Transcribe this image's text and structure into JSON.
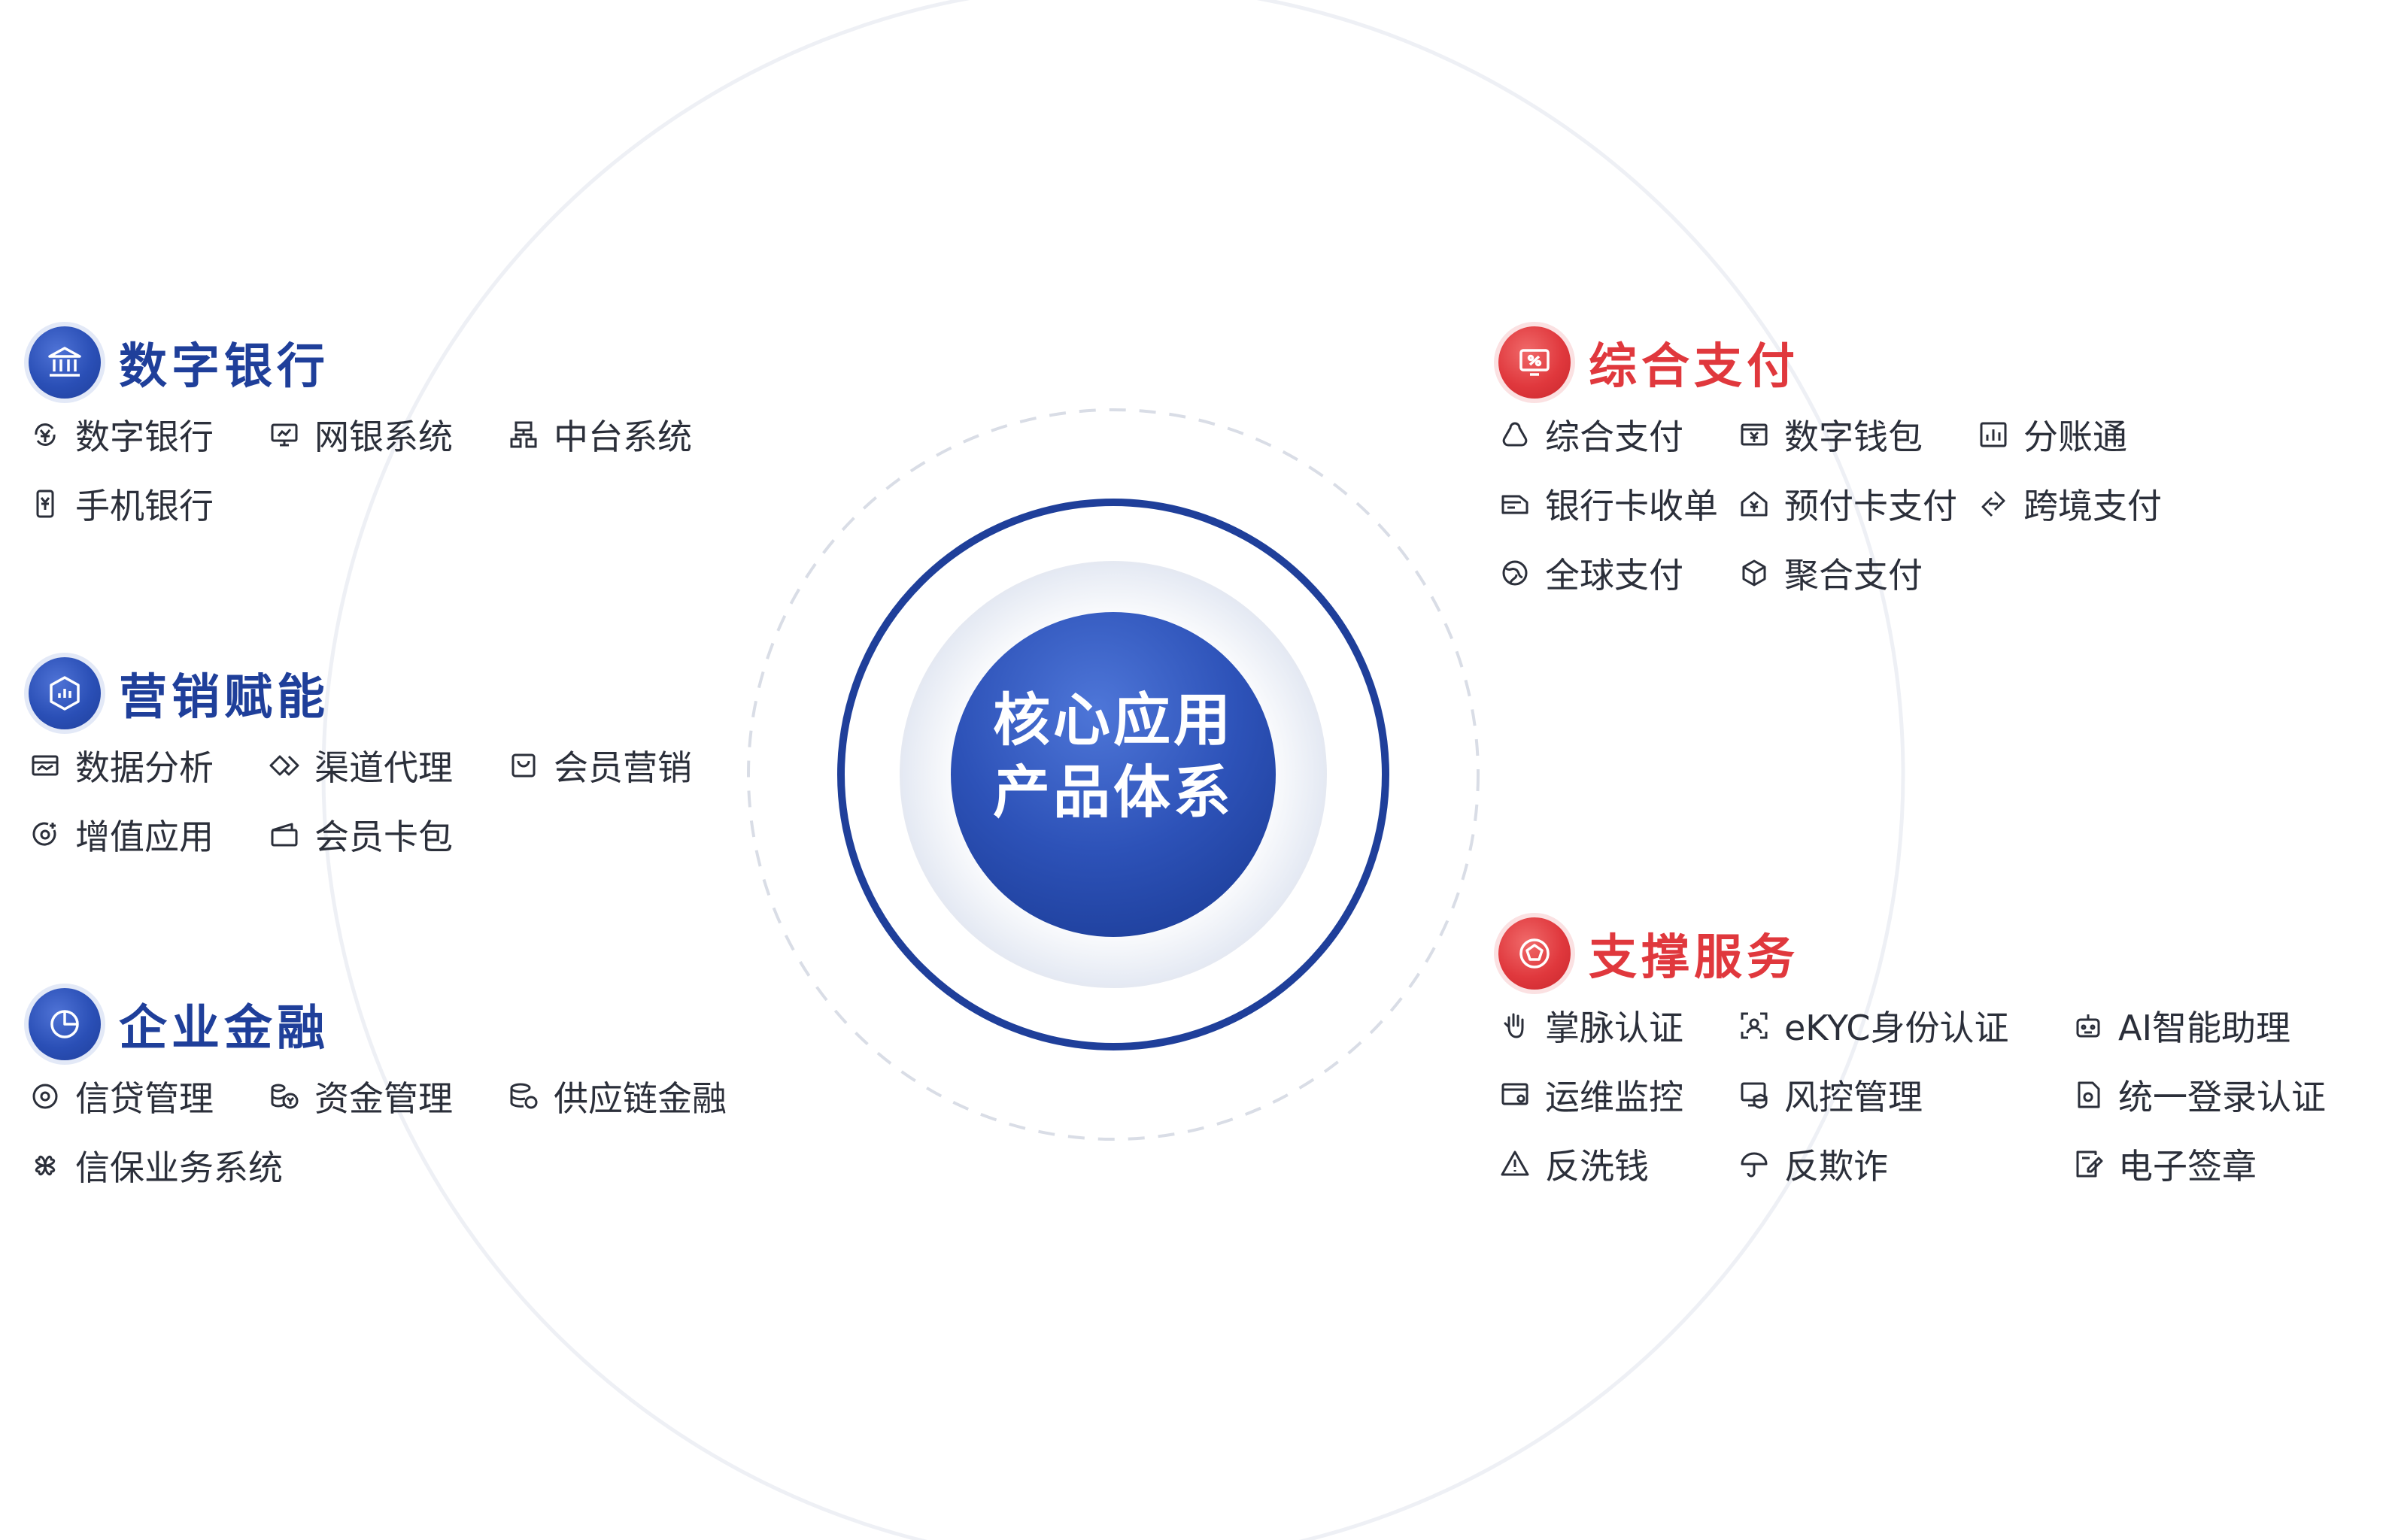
{
  "core": {
    "line1": "核心应用",
    "line2": "产品体系"
  },
  "colors": {
    "primary_blue": "#1f3f9a",
    "accent_red": "#e0383d"
  },
  "sections": {
    "digital_banking": {
      "title": "数字银行",
      "icon": "bank-icon",
      "items": [
        {
          "label": "数字银行",
          "icon": "yuan-refresh-icon"
        },
        {
          "label": "网银系统",
          "icon": "monitor-icon"
        },
        {
          "label": "中台系统",
          "icon": "server-tree-icon"
        },
        {
          "label": "手机银行",
          "icon": "mobile-yuan-icon"
        }
      ]
    },
    "marketing": {
      "title": "营销赋能",
      "icon": "chart-badge-icon",
      "items": [
        {
          "label": "数据分析",
          "icon": "data-card-icon"
        },
        {
          "label": "渠道代理",
          "icon": "channel-diamond-icon"
        },
        {
          "label": "会员营销",
          "icon": "shopping-bag-icon"
        },
        {
          "label": "增值应用",
          "icon": "value-add-icon"
        },
        {
          "label": "会员卡包",
          "icon": "wallet-card-icon"
        }
      ]
    },
    "enterprise_finance": {
      "title": "企业金融",
      "icon": "pie-chart-icon",
      "items": [
        {
          "label": "信贷管理",
          "icon": "target-icon"
        },
        {
          "label": "资金管理",
          "icon": "coins-yuan-icon"
        },
        {
          "label": "供应链金融",
          "icon": "database-coin-icon"
        },
        {
          "label": "信保业务系统",
          "icon": "clover-icon"
        }
      ]
    },
    "payment": {
      "title": "综合支付",
      "icon": "payment-screen-icon",
      "items": [
        {
          "label": "综合支付",
          "icon": "refresh-triangle-icon"
        },
        {
          "label": "数字钱包",
          "icon": "wallet-yuan-icon"
        },
        {
          "label": "分账通",
          "icon": "split-chart-icon"
        },
        {
          "label": "银行卡收单",
          "icon": "card-receipt-icon"
        },
        {
          "label": "预付卡支付",
          "icon": "house-yuan-icon"
        },
        {
          "label": "跨境支付",
          "icon": "exchange-arrows-icon"
        },
        {
          "label": "全球支付",
          "icon": "globe-icon"
        },
        {
          "label": "聚合支付",
          "icon": "cube-icon"
        }
      ]
    },
    "support": {
      "title": "支撑服务",
      "icon": "pentagon-shield-icon",
      "items": [
        {
          "label": "掌脉认证",
          "icon": "palm-icon"
        },
        {
          "label": "eKYC身份认证",
          "icon": "face-scan-icon"
        },
        {
          "label": "AI智能助理",
          "icon": "robot-icon"
        },
        {
          "label": "运维监控",
          "icon": "monitor-gear-icon"
        },
        {
          "label": "风控管理",
          "icon": "screen-shield-icon"
        },
        {
          "label": "统一登录认证",
          "icon": "doc-lock-icon"
        },
        {
          "label": "反洗钱",
          "icon": "warning-icon"
        },
        {
          "label": "反欺诈",
          "icon": "umbrella-icon"
        },
        {
          "label": "电子签章",
          "icon": "doc-sign-icon"
        }
      ]
    }
  }
}
